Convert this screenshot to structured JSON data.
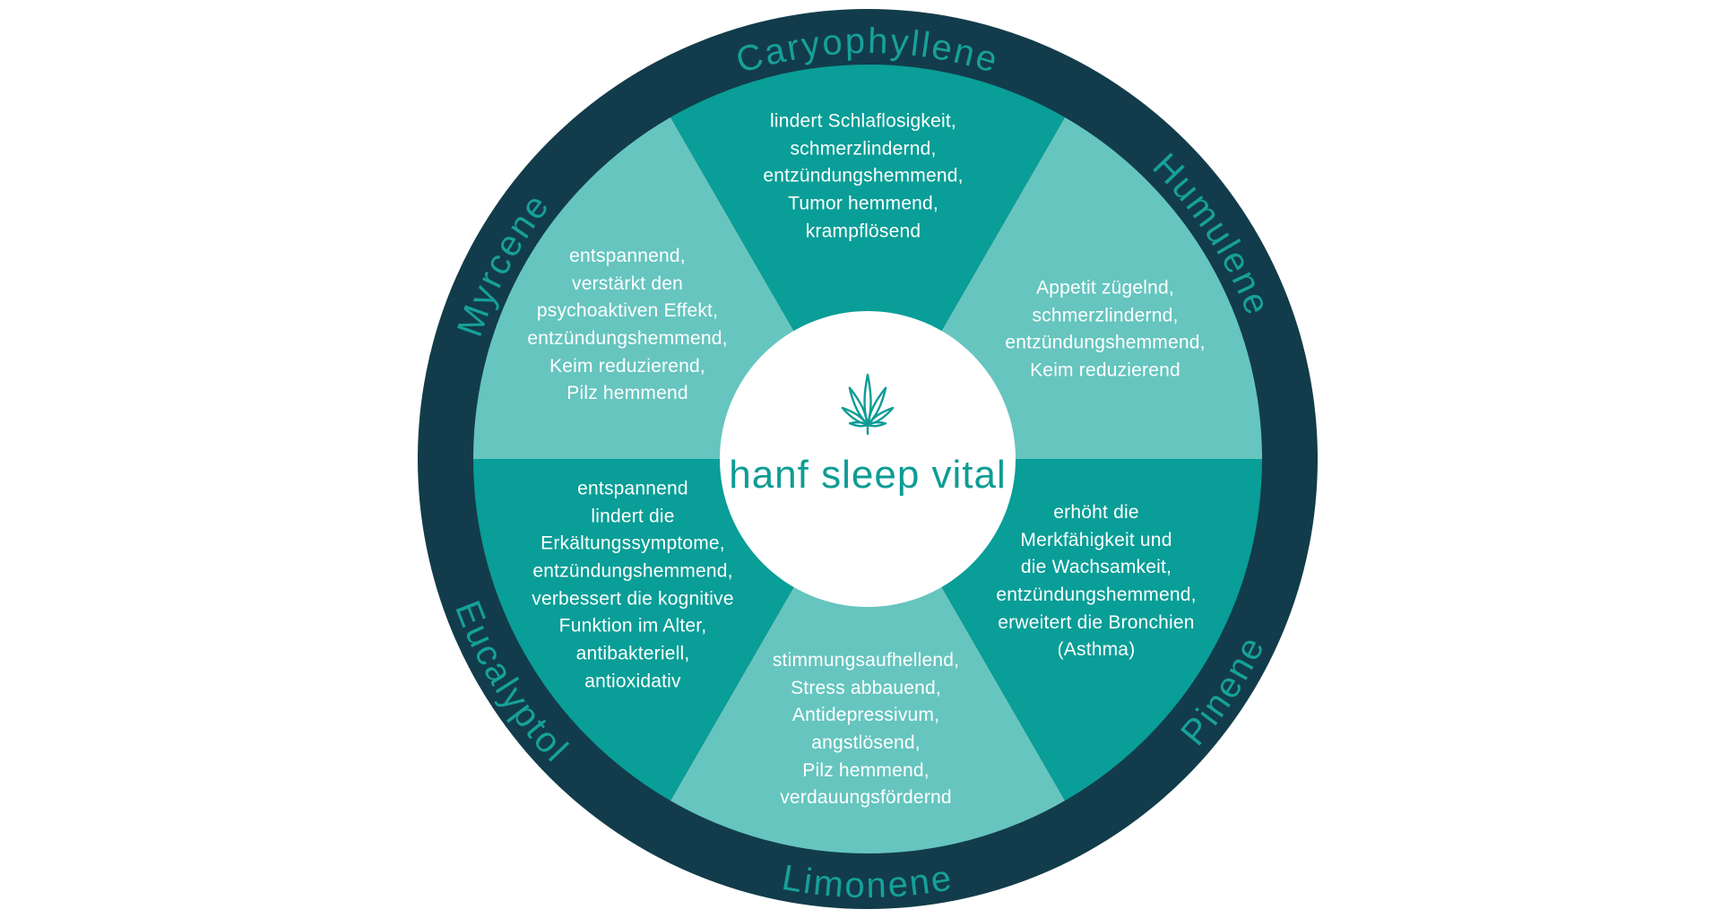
{
  "logo": {
    "brand": "hanf sleep vital",
    "icon": "hemp-leaf-icon"
  },
  "colors": {
    "ring_navy": "#123C4B",
    "segment_dark_teal": "#099E97",
    "segment_light_teal": "#66C5BF",
    "arc_label_teal": "#16A199",
    "brand_teal": "#0E9C95",
    "center_white": "#FFFFFF",
    "effects_text": "#FFFFFF"
  },
  "wheel": {
    "segments": [
      {
        "label": "Caryophyllene",
        "tone": "dark",
        "position": "top",
        "effects": [
          "lindert Schlaflosigkeit,",
          "schmerzlindernd,",
          "entzündungshemmend,",
          "Tumor hemmend,",
          "krampflösend"
        ]
      },
      {
        "label": "Humulene",
        "tone": "light",
        "position": "upper-right",
        "effects": [
          "Appetit zügelnd,",
          "schmerzlindernd,",
          "entzündungshemmend,",
          "Keim reduzierend"
        ]
      },
      {
        "label": "Pinene",
        "tone": "dark",
        "position": "lower-right",
        "effects": [
          "erhöht die",
          "Merkfähigkeit und",
          "die Wachsamkeit,",
          "entzündungshemmend,",
          "erweitert die Bronchien",
          "(Asthma)"
        ]
      },
      {
        "label": "Limonene",
        "tone": "light",
        "position": "bottom",
        "effects": [
          "stimmungsaufhellend,",
          "Stress abbauend,",
          "Antidepressivum,",
          "angstlösend,",
          "Pilz hemmend,",
          "verdauungsfördernd"
        ]
      },
      {
        "label": "Eucalyptol",
        "tone": "dark",
        "position": "lower-left",
        "effects": [
          "entspannend",
          "lindert die",
          "Erkältungssymptome,",
          "entzündungshemmend,",
          "verbessert die kognitive",
          "Funktion im Alter,",
          "antibakteriell,",
          "antioxidativ"
        ]
      },
      {
        "label": "Myrcene",
        "tone": "light",
        "position": "upper-left",
        "effects": [
          "entspannend,",
          "verstärkt den",
          "psychoaktiven Effekt,",
          "entzündungshemmend,",
          "Keim reduzierend,",
          "Pilz hemmend"
        ]
      }
    ]
  }
}
